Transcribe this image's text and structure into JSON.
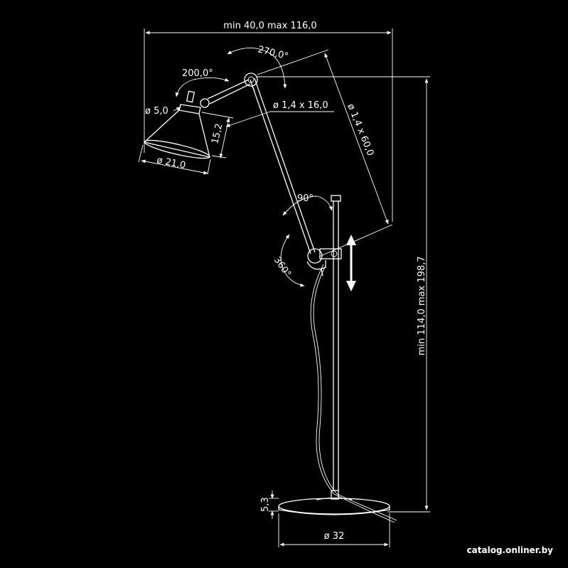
{
  "dimensions": {
    "width_range": "min 40,0   max 116,0",
    "arm_rotation": "270,0°",
    "shade_rotation": "200,0°",
    "socket_diameter": "ø 5,0",
    "upper_arm": "ø 1,4 x 16,0",
    "shade_depth": "15,2",
    "shade_diameter": "ø 21,0",
    "lower_arm": "ø 1,4 x 60,0",
    "elbow_angle": "90°",
    "base_rotation": "360°",
    "height_range": "min 114,0  max 198,7",
    "base_height": "5,3",
    "base_diameter": "ø 32"
  },
  "watermark": "catalog.onliner.by",
  "colors": {
    "background": "#000000",
    "line": "#ffffff"
  }
}
